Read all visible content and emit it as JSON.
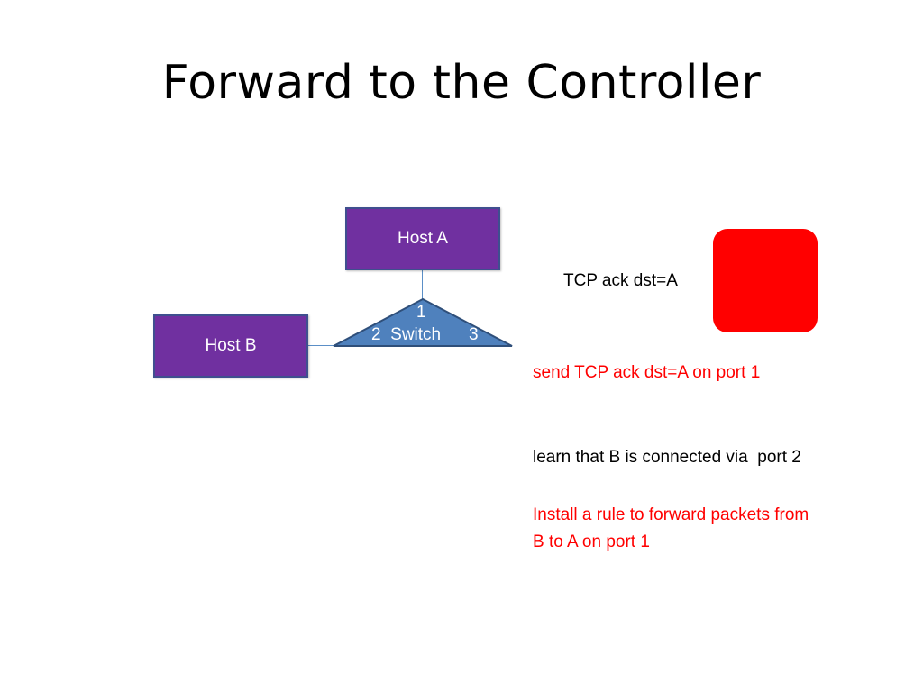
{
  "title": "Forward to the Controller",
  "diagram": {
    "host_a": "Host A",
    "host_b": "Host B",
    "switch": {
      "label": "Switch",
      "port_top": "1",
      "port_left": "2",
      "port_right": "3"
    }
  },
  "notes": {
    "packet": "TCP ack dst=A",
    "send": "send TCP ack dst=A on port 1",
    "learn": "learn that B is connected via  port 2",
    "install_line1": "Install a rule to forward packets from",
    "install_line2": "B to A on port 1"
  },
  "colors": {
    "host_fill": "#7030a0",
    "switch_fill": "#4f81bd",
    "controller_fill": "#ff0000",
    "highlight_text": "#ff0000"
  }
}
